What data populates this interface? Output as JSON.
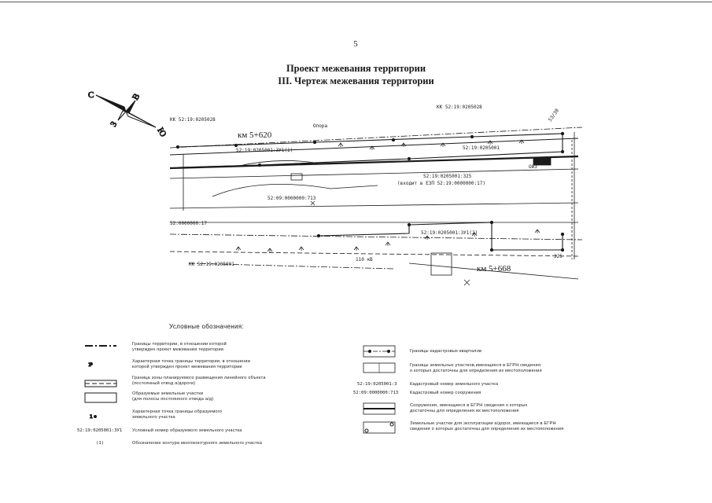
{
  "page_number": "5",
  "title_line1": "Проект межевания территории",
  "title_line2": "III. Чертеж межевания территории",
  "compass": {
    "n": "С",
    "e": "В",
    "s": "Ю",
    "w": "З"
  },
  "map": {
    "kk_top_left": "КК 52:19:0205028",
    "kk_top_right": "КК 52:19:0205028",
    "kk_bottom_left": "КК 52:19:0205001",
    "km_start": "км 5+620",
    "km_end": "км 5+668",
    "parcel_zu1": "52:19:0205001:ЗУ1(1)",
    "parcel_zu2": "52:19:0205001:ЗУ1(2)",
    "parcel_top_right": "52:19:0205001",
    "cad_325": "52:19:0205001:325",
    "included_ezp": "(входит в ЕЗП 52:19:0000000:17)",
    "cad_713": "52:09:0000000:713",
    "left_code": "52:0000000:17",
    "small_text_a": "Опора",
    "small_text_b": "110 кВ",
    "small_text_c": "53/30",
    "small_text_d": "325",
    "small_text_e": "ОИЗ"
  },
  "legend": {
    "title": "Условные обозначения:",
    "left": [
      {
        "text": "Границы территории, в отношении которой\nутвержден проект межевания территории"
      },
      {
        "text": "Характерная точка границы территории, в отношении\nкоторой утвержден проект межевания территории"
      },
      {
        "text": "Граница зоны планируемого размещения линейного объекта\n(постоянный отвод а/дороги)"
      },
      {
        "text": "Образуемые земельные участки\n(для полосы постоянного отвода а/д)"
      },
      {
        "text": "Характерная точка границы образуемого\nземельного участка"
      },
      {
        "code": "52:19:0205001:ЗУ1",
        "text": "Условный номер образуемого земельного участка"
      },
      {
        "code": "(1)",
        "text": "Обозначение контура многоконтурного земельного участка"
      }
    ],
    "right": [
      {
        "text": "Границы кадастровых кварталов"
      },
      {
        "text": "Границы земельных участков,имеющиеся в ЕГРН сведения\nо которых достаточны для определения их местоположения"
      },
      {
        "code": "52:19:0205001:3",
        "text": "Кадастровый номер земельного участка"
      },
      {
        "code": "52:09:0000000:713",
        "text": "Кадастровый номер сооружения"
      },
      {
        "text": "Сооружения, имеющиеся в ЕГРН сведения о которых\nдостаточны для определения их местоположения"
      },
      {
        "text": "Земельные участки для эксплуатации а/дорог, имеющиеся в ЕГРН\nсведения о которых достаточны для определения их местоположения"
      }
    ]
  },
  "colors": {
    "ink": "#1a1a1a",
    "paper": "#ffffff"
  }
}
